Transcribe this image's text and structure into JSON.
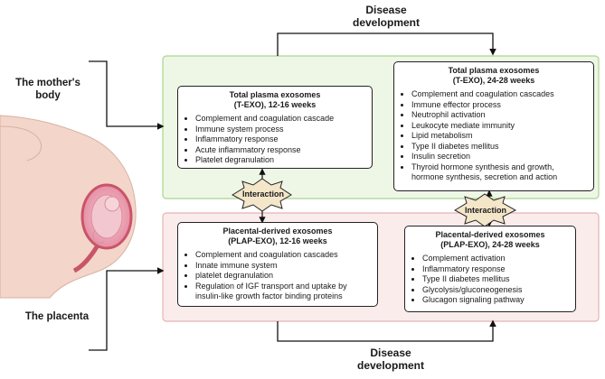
{
  "labels": {
    "mother": "The mother's body",
    "placenta": "The placenta",
    "dev_top": "Disease development",
    "dev_bottom": "Disease development",
    "interaction_left": "Interaction",
    "interaction_right": "Interaction"
  },
  "boxes": {
    "texo_early": {
      "title_1": "Total plasma exosomes",
      "title_2": "(T-EXO), 12-16 weeks",
      "items": [
        "Complement and coagulation cascade",
        "Immune system process",
        "Inflammatory response",
        "Acute inflammatory response",
        "Platelet degranulation"
      ]
    },
    "texo_late": {
      "title_1": "Total plasma exosomes",
      "title_2": "(T-EXO), 24-28 weeks",
      "items": [
        "Complement and coagulation cascades",
        "Immune effector process",
        "Neutrophil activation",
        "Leukocyte mediate immunity",
        "Lipid metabolism",
        "Type II diabetes mellitus",
        "Insulin secretion",
        "Thyroid hormone synthesis and growth, hormone synthesis, secretion and action"
      ]
    },
    "plap_early": {
      "title_1": "Placental-derived exosomes",
      "title_2": "(PLAP-EXO), 12-16 weeks",
      "items": [
        "Complement and coagulation cascades",
        "Innate immune system",
        "platelet degranulation",
        "Regulation of IGF transport and uptake by insulin-like growth factor binding proteins"
      ]
    },
    "plap_late": {
      "title_1": "Placental-derived exosomes",
      "title_2": "(PLAP-EXO), 24-28 weeks",
      "items": [
        "Complement activation",
        "Inflammatory response",
        "Type II diabetes mellitus",
        "Glycolysis/gluconeogenesis",
        "Glucagon signaling pathway"
      ]
    }
  },
  "colors": {
    "mother_region_fill": "#eef7e6",
    "mother_region_border": "#a9d58f",
    "placenta_region_fill": "#fbecec",
    "placenta_region_border": "#e6b3b3",
    "interaction_star": "#f4e6c9",
    "body_skin": "#f3d6c9",
    "uterus": "#c9546a",
    "fetus": "#f2c7cf"
  }
}
